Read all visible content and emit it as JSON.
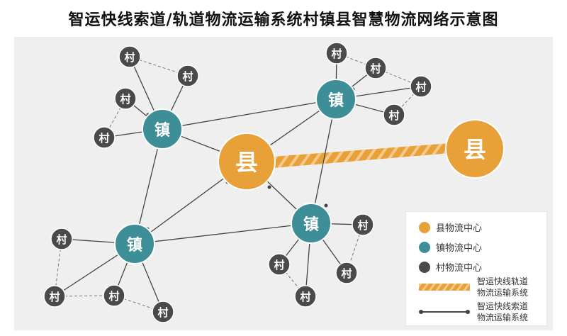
{
  "title": "智运快线索道/轨道物流运输系统村镇县智慧物流网络示意图",
  "labels": {
    "county": "县",
    "town": "镇",
    "village": "村"
  },
  "colors": {
    "county": "#e8a038",
    "town": "#3d8e96",
    "village": "#4a4a4a",
    "rail_light": "#f5c98c"
  },
  "legend": {
    "county": "县物流中心",
    "town": "镇物流中心",
    "village": "村物流中心",
    "rail_line1": "智运快线轨道",
    "rail_line2": "物流运输系统",
    "cable_line1": "智运快线索道",
    "cable_line2": "物流运输系统"
  }
}
